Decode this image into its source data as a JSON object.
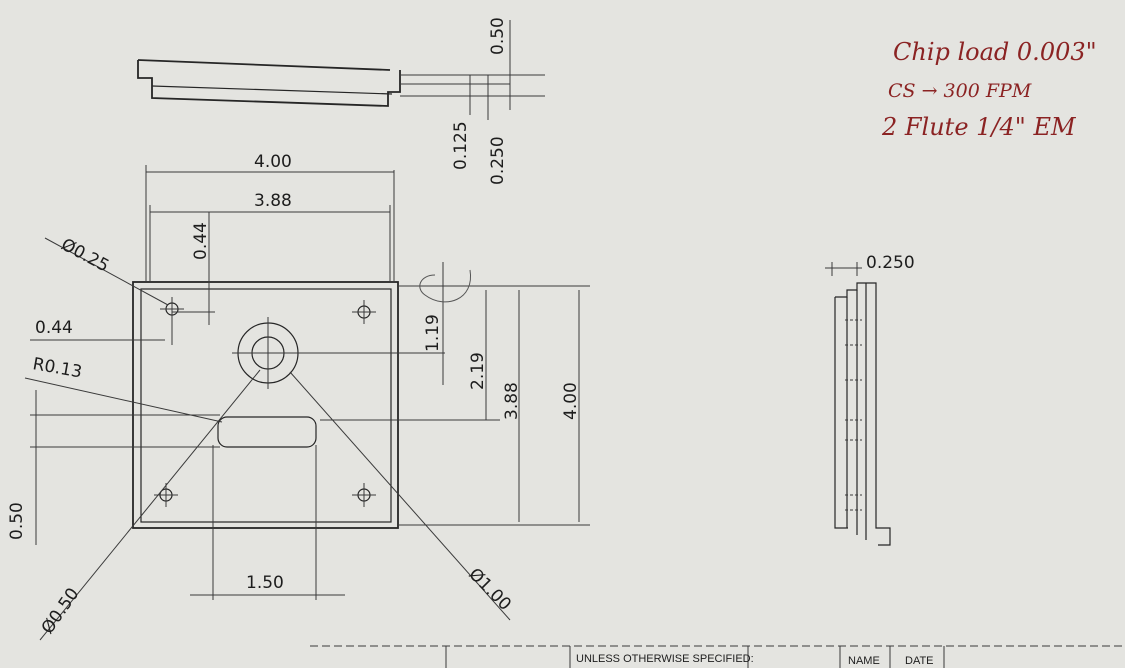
{
  "dimensions": {
    "width_overall": "4.00",
    "width_inner": "3.88",
    "hole_offset_y": "0.44",
    "hole_dia": "Ø0.25",
    "hole_offset_x": "0.44",
    "slot_radius": "R0.13",
    "slot_height": "0.50",
    "center_bore": "Ø0.50",
    "slot_length": "1.50",
    "counterbore": "Ø1.00",
    "height_center": "1.19",
    "height_slot": "2.19",
    "height_inner": "3.88",
    "height_overall": "4.00",
    "top_step": "0.125",
    "top_total": "0.250",
    "top_depth": "0.50",
    "side_thickness": "0.250"
  },
  "notes": {
    "line1": "Chip load 0.003\"",
    "line2": "CS → 300 FPM",
    "line3": "2 Flute 1/4\" EM"
  },
  "title_block": {
    "spec": "UNLESS OTHERWISE SPECIFIED:",
    "name": "NAME",
    "date": "DATE"
  },
  "colors": {
    "paper": "#e4e4e0",
    "ink": "#262626",
    "handwriting": "#8b2323"
  }
}
